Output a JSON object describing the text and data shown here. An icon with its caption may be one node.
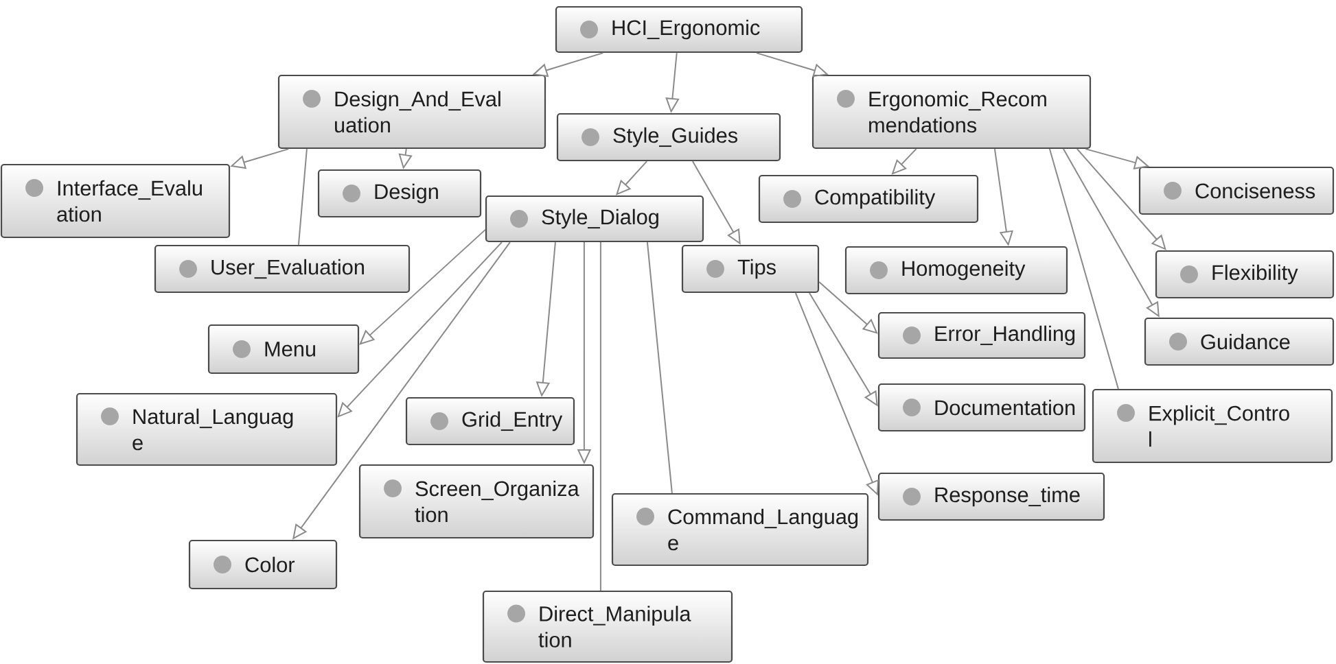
{
  "diagram": {
    "nodes": [
      {
        "text": [
          "HCI_Ergonomic"
        ]
      },
      {
        "text": [
          "Design_And_Eval uation"
        ]
      },
      {
        "text": [
          "Style_Guides"
        ]
      },
      {
        "text": [
          "Ergonomic_Recom mendations"
        ]
      },
      {
        "text": [
          "Interface_Evalu ation"
        ]
      },
      {
        "text": [
          "Design"
        ]
      },
      {
        "text": [
          "Style_Dialog"
        ]
      },
      {
        "text": [
          "Compatibility"
        ]
      },
      {
        "text": [
          "Conciseness"
        ]
      },
      {
        "text": [
          "User_Evaluation"
        ]
      },
      {
        "text": [
          "Tips"
        ]
      },
      {
        "text": [
          "Homogeneity"
        ]
      },
      {
        "text": [
          "Flexibility"
        ]
      },
      {
        "text": [
          "Menu"
        ]
      },
      {
        "text": [
          "Documentation"
        ]
      },
      {
        "text": [
          "Error_Handling"
        ]
      },
      {
        "text": [
          "Guidance"
        ]
      },
      {
        "text": [
          "Natural_Languag e"
        ]
      },
      {
        "text": [
          "Grid_Entry"
        ]
      },
      {
        "text": [
          "Response_time"
        ]
      },
      {
        "text": [
          "Explicit_Contro l"
        ]
      },
      {
        "text": [
          "Screen_Organiza tion"
        ]
      },
      {
        "text": [
          "Command_Languag e"
        ]
      },
      {
        "text": [
          "Color"
        ]
      },
      {
        "text": [
          "Direct_Manipula tion"
        ]
      }
    ],
    "edges": [
      {
        "from": 0,
        "to": 1,
        "arrow": "to"
      },
      {
        "from": 0,
        "to": 2,
        "arrow": "to"
      },
      {
        "from": 0,
        "to": 3,
        "arrow": "to"
      },
      {
        "from": 1,
        "to": 4,
        "arrow": "to"
      },
      {
        "from": 1,
        "to": 5,
        "arrow": "to"
      },
      {
        "from": 1,
        "to": 9,
        "arrow": "none"
      },
      {
        "from": 2,
        "to": 6,
        "arrow": "to"
      },
      {
        "from": 2,
        "to": 10,
        "arrow": "to"
      },
      {
        "from": 3,
        "to": 7,
        "arrow": "to"
      },
      {
        "from": 3,
        "to": 8,
        "arrow": "to"
      },
      {
        "from": 3,
        "to": 11,
        "arrow": "to"
      },
      {
        "from": 3,
        "to": 12,
        "arrow": "to"
      },
      {
        "from": 3,
        "to": 16,
        "arrow": "to"
      },
      {
        "from": 3,
        "to": 20,
        "arrow": "none"
      },
      {
        "from": 6,
        "to": 13,
        "arrow": "to"
      },
      {
        "from": 6,
        "to": 17,
        "arrow": "to"
      },
      {
        "from": 6,
        "to": 23,
        "arrow": "to"
      },
      {
        "from": 6,
        "to": 21,
        "arrow": "to"
      },
      {
        "from": 6,
        "to": 18,
        "arrow": "to"
      },
      {
        "from": 6,
        "to": 24,
        "arrow": "none"
      },
      {
        "from": 6,
        "to": 22,
        "arrow": "none"
      },
      {
        "from": 10,
        "to": 14,
        "arrow": "to"
      },
      {
        "from": 10,
        "to": 15,
        "arrow": "to"
      },
      {
        "from": 10,
        "to": 19,
        "arrow": "to"
      }
    ]
  }
}
